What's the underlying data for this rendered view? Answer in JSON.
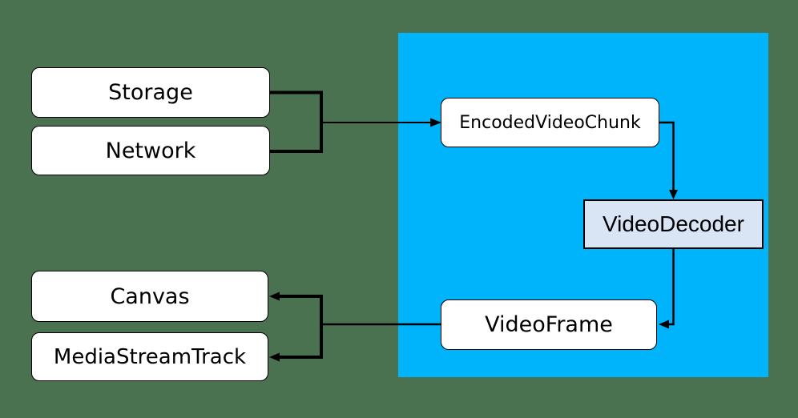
{
  "colors": {
    "background": "#4a7150",
    "pipeline_region": "#00b4fc",
    "node_fill": "#ffffff",
    "decoder_node_fill": "#d9e5f5",
    "node_border": "#000000",
    "connector_line": "#000000"
  },
  "nodes": {
    "storage": "Storage",
    "network": "Network",
    "encoded_video_chunk": "EncodedVideoChunk",
    "video_decoder": "VideoDecoder",
    "video_frame": "VideoFrame",
    "canvas": "Canvas",
    "media_stream_track": "MediaStreamTrack"
  },
  "edges": [
    {
      "from": "storage",
      "to": "encoded_video_chunk"
    },
    {
      "from": "network",
      "to": "encoded_video_chunk"
    },
    {
      "from": "encoded_video_chunk",
      "to": "video_decoder"
    },
    {
      "from": "video_decoder",
      "to": "video_frame"
    },
    {
      "from": "video_frame",
      "to": "canvas"
    },
    {
      "from": "video_frame",
      "to": "media_stream_track"
    }
  ]
}
